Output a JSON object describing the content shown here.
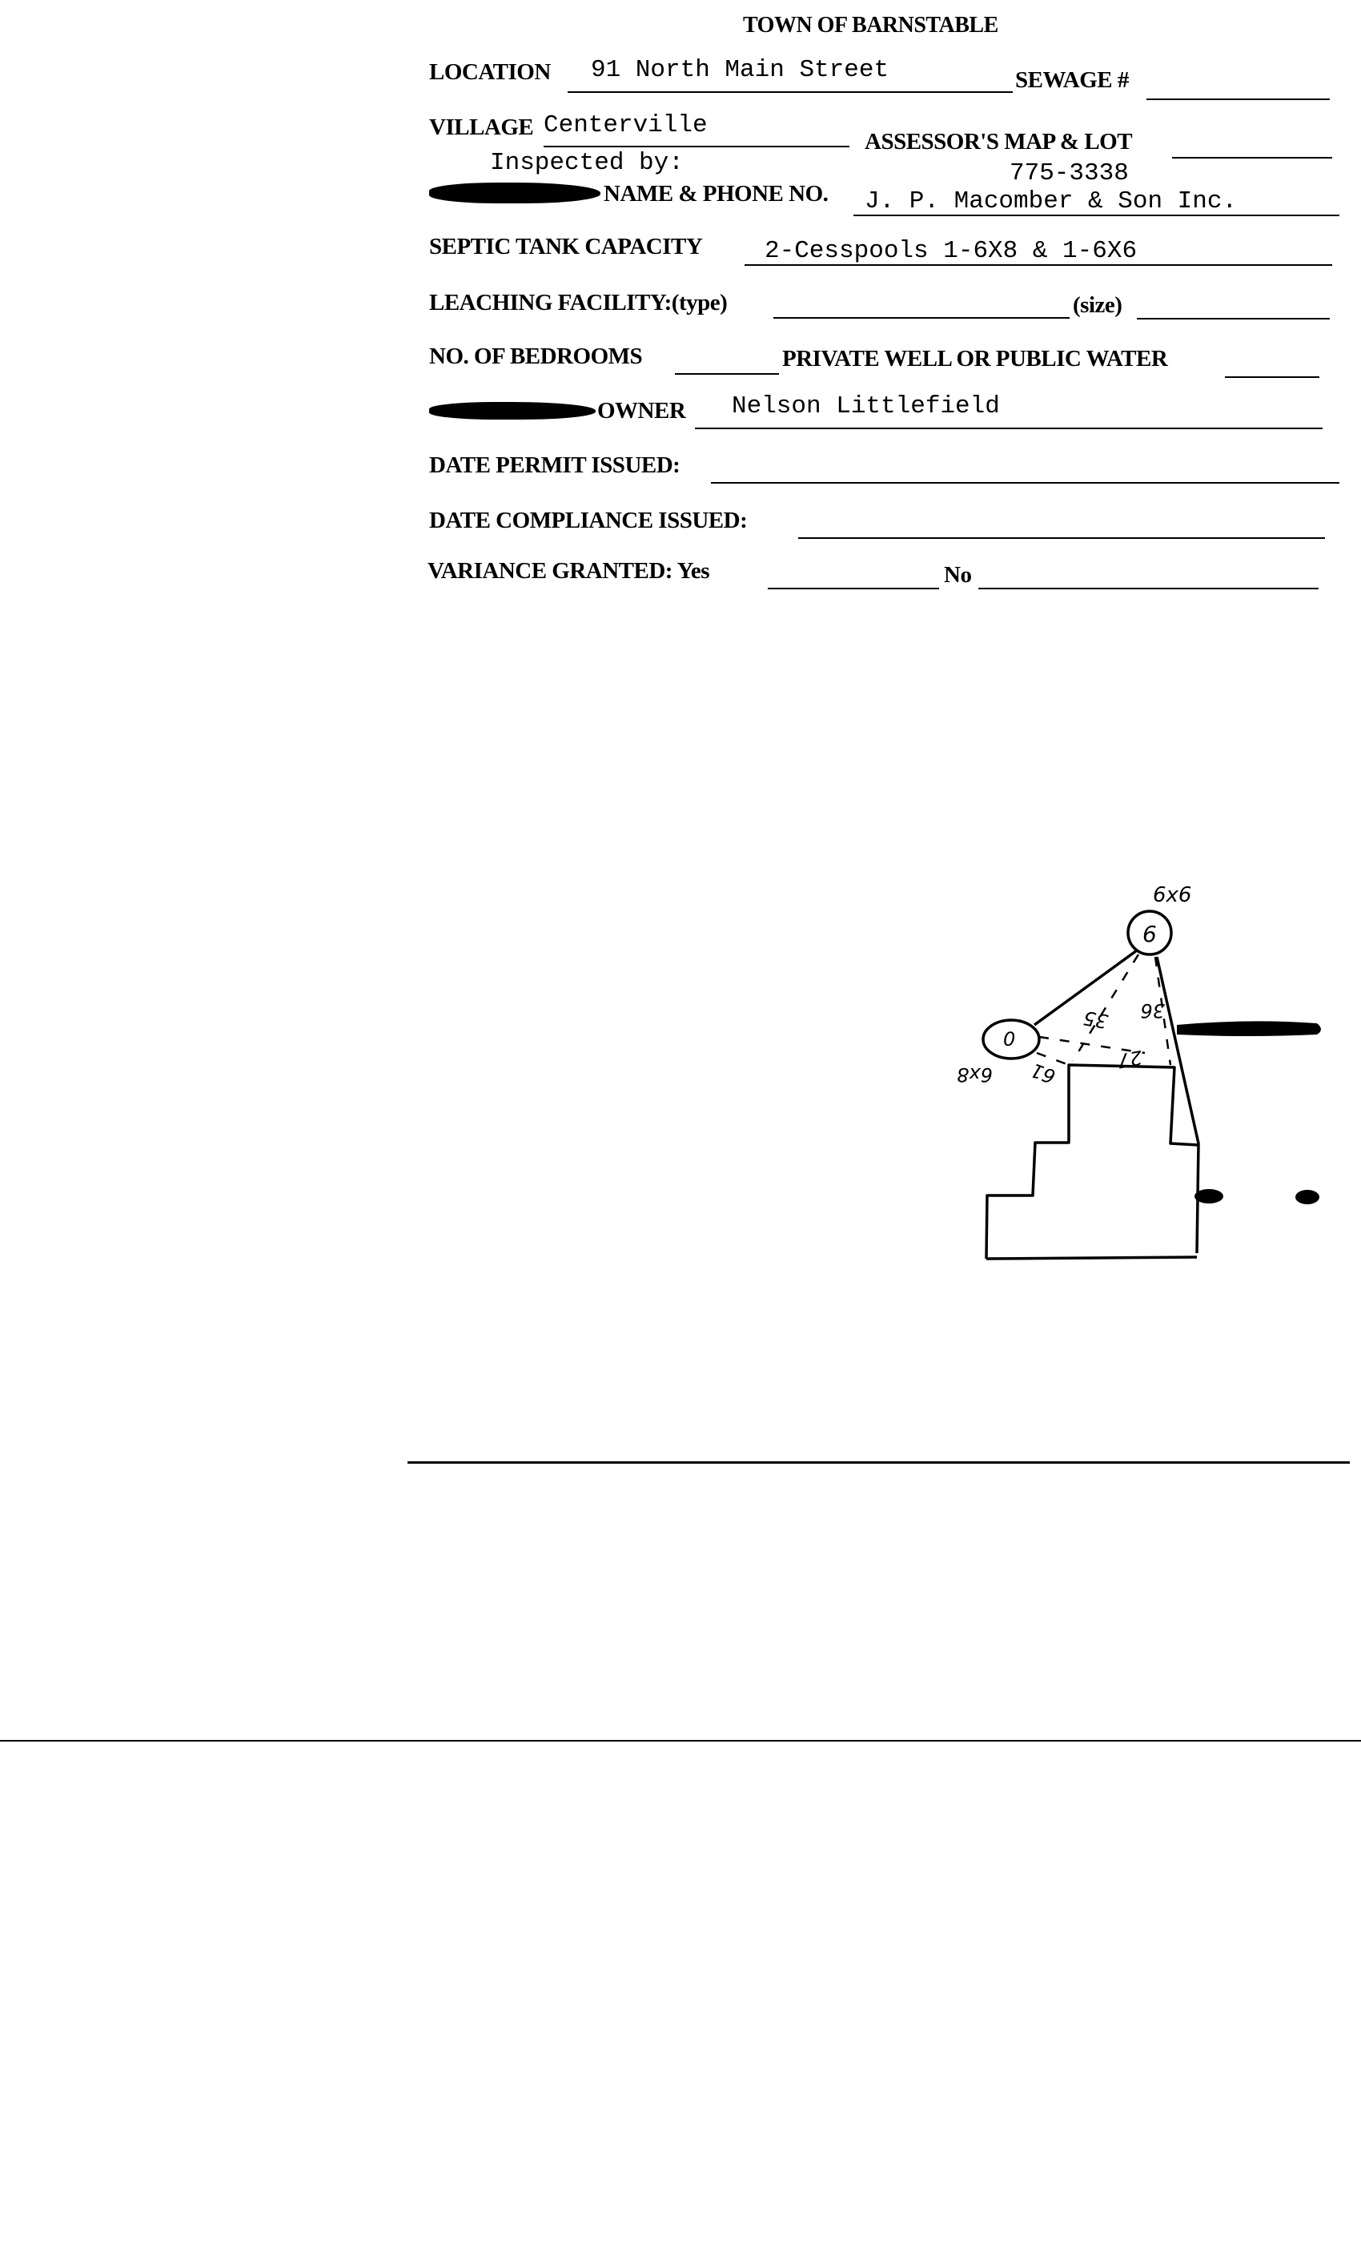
{
  "form": {
    "title": "TOWN OF BARNSTABLE",
    "location_label": "LOCATION",
    "location_value": "91 North Main Street",
    "sewage_label": "SEWAGE #",
    "sewage_value": "",
    "village_label": "VILLAGE",
    "village_value": "Centerville",
    "assessor_label": "ASSESSOR'S  MAP & LOT",
    "assessor_value": "",
    "inspected_by": "Inspected by:",
    "phone_value": "775-3338",
    "name_phone_label": "NAME & PHONE NO.",
    "name_value": "J. P. Macomber & Son Inc.",
    "septic_label": "SEPTIC TANK CAPACITY",
    "septic_value": "2-Cesspools 1-6X8 & 1-6X6",
    "leaching_label": "LEACHING FACILITY:(type)",
    "leaching_size_label": "(size)",
    "bedrooms_label": "NO. OF BEDROOMS",
    "water_label": "PRIVATE WELL OR PUBLIC WATER",
    "owner_label": "OWNER",
    "owner_value": "Nelson Littlefield",
    "permit_label": "DATE PERMIT ISSUED:",
    "compliance_label": "DATE  COMPLIANCE ISSUED:",
    "variance_label": "VARIANCE GRANTED:  Yes",
    "variance_no_label": "No"
  },
  "sketch": {
    "tank_top_size": "6x6",
    "tank_top_mark": "6",
    "tank_left_mark": "0",
    "tank_left_size": "6x8",
    "dist_61": "61",
    "dist_35": "35",
    "dist_27": "27",
    "dist_36": "36"
  }
}
